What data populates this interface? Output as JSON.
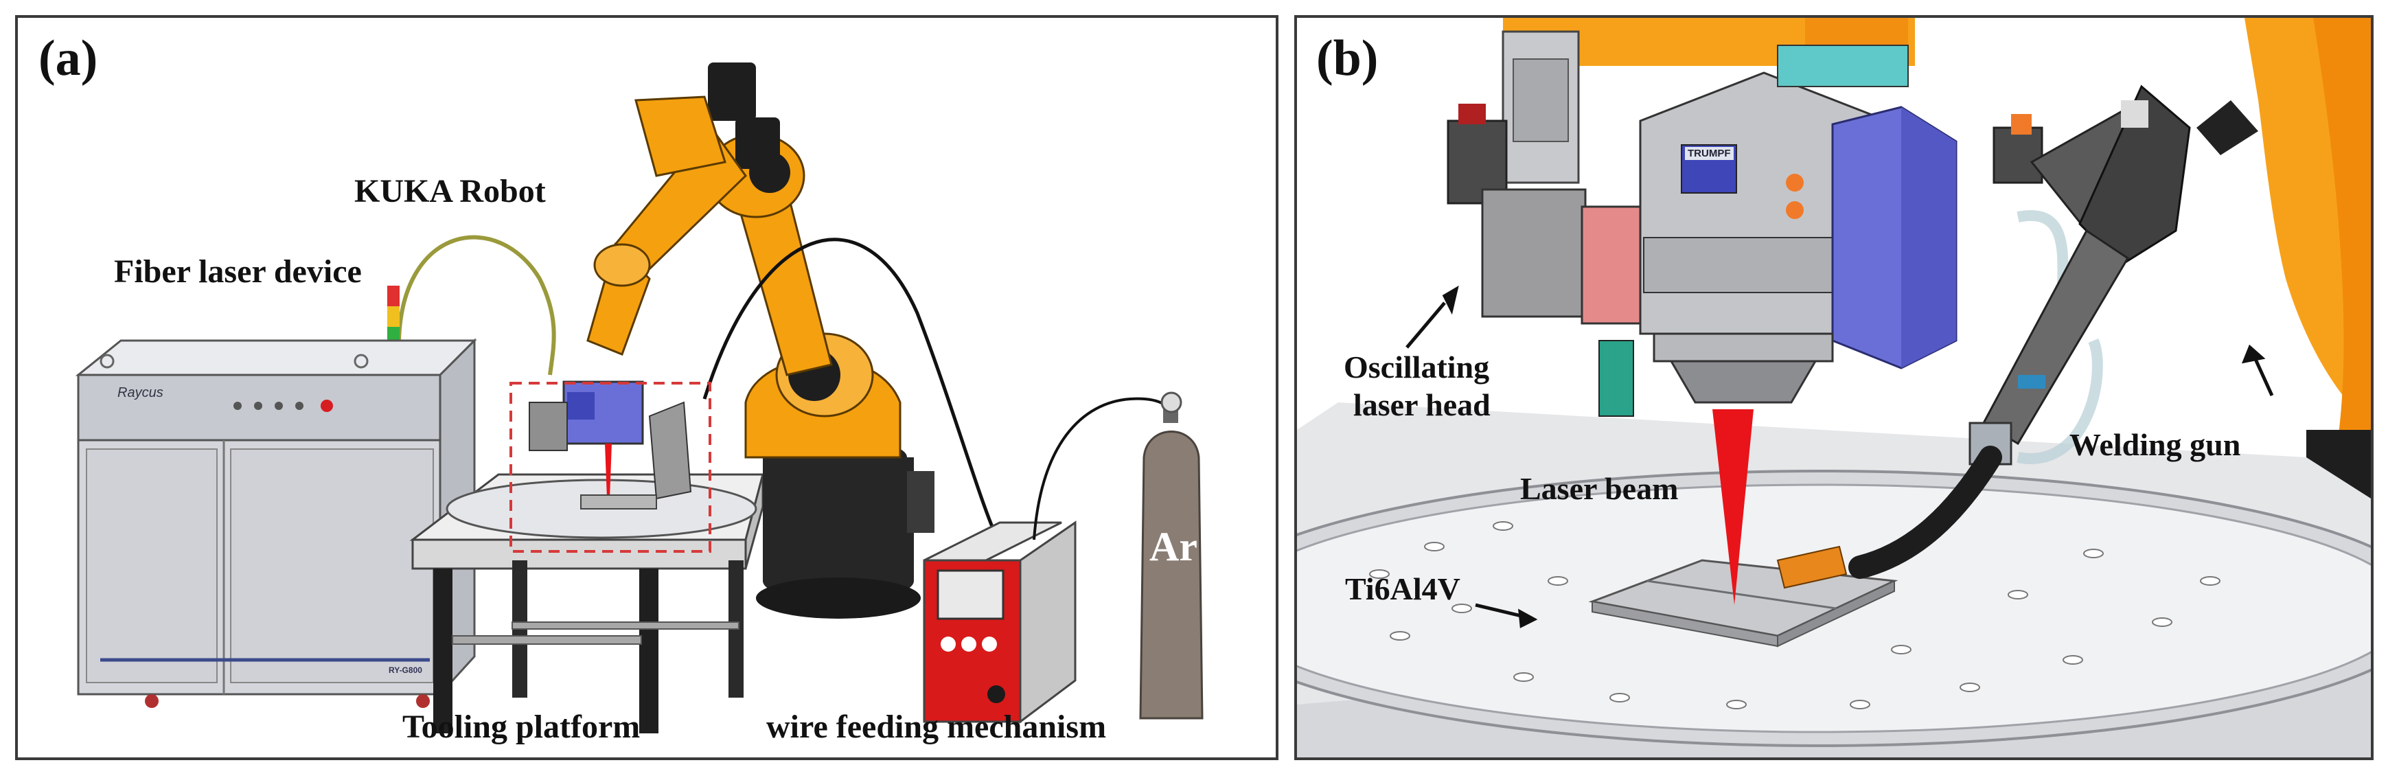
{
  "panels": {
    "a": {
      "label": "(a)",
      "callouts": {
        "robot": "KUKA Robot",
        "laser": "Fiber laser device",
        "platform": "Tooling platform",
        "wire": "wire feeding mechanism",
        "gas": "Ar"
      },
      "device_brand": "Raycus",
      "device_model": "RY-G800"
    },
    "b": {
      "label": "(b)",
      "callouts": {
        "head_line1": "Oscillating",
        "head_line2": "laser head",
        "gun": "Welding gun",
        "beam": "Laser beam",
        "material": "Ti6Al4V"
      },
      "head_brand": "TRUMPF"
    }
  },
  "colors": {
    "robot_orange": "#f5a00f",
    "head_purple": "#6a6fd8",
    "laser_red": "#e8141a",
    "feeder_red": "#d81a1a",
    "highlight_box": "#d63a3a",
    "gas_cylinder": "#8a7e74",
    "cabinet_grey": "#d4d6db"
  }
}
